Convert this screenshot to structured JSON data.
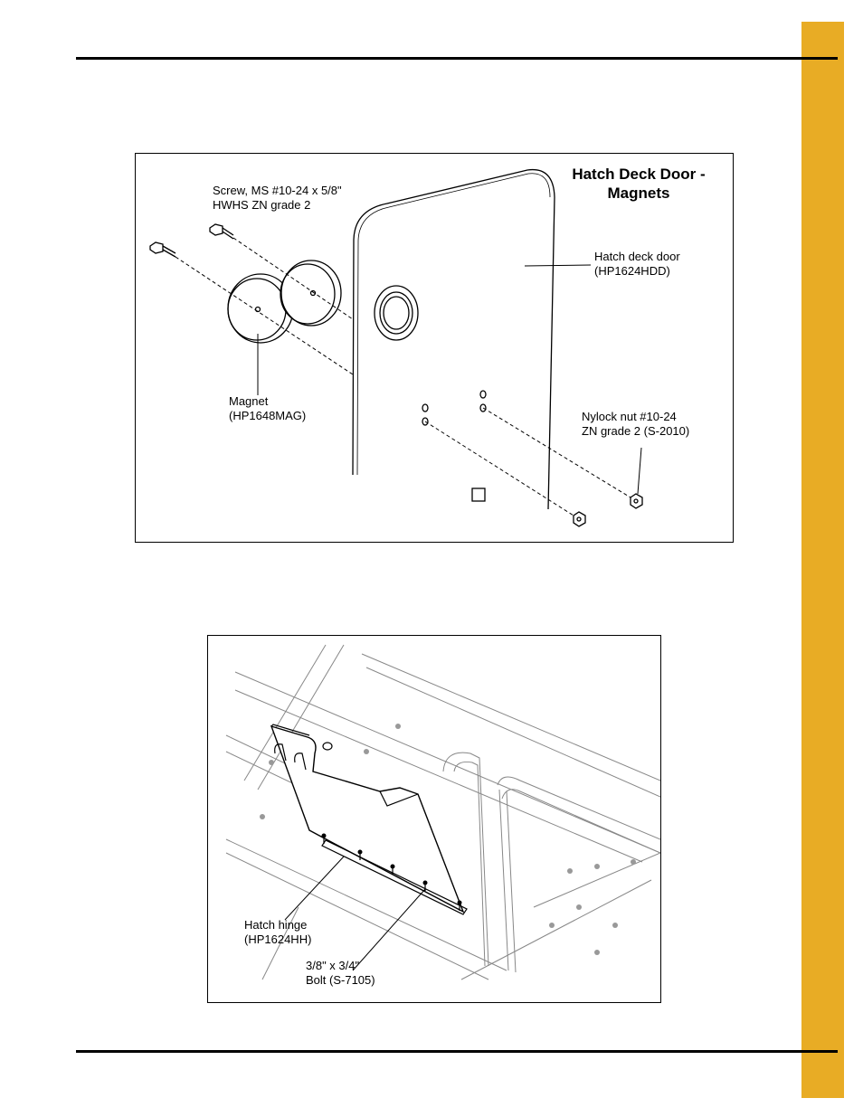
{
  "colors": {
    "side_tab": "#e8ac25",
    "rule": "#000000"
  },
  "figure_top": {
    "title_line1": "Hatch Deck Door -",
    "title_line2": "Magnets",
    "screw_label_line1": "Screw, MS #10-24 x 5/8\"",
    "screw_label_line2": "HWHS ZN grade 2",
    "door_label_line1": "Hatch deck door",
    "door_label_line2": "(HP1624HDD)",
    "magnet_label_line1": "Magnet",
    "magnet_label_line2": "(HP1648MAG)",
    "nut_label_line1": "Nylock nut #10-24",
    "nut_label_line2": "ZN grade 2 (S-2010)"
  },
  "figure_bottom": {
    "hinge_label_line1": "Hatch hinge",
    "hinge_label_line2": "(HP1624HH)",
    "bolt_label_line1": "3/8\" x 3/4\"",
    "bolt_label_line2": "Bolt (S-7105)"
  }
}
